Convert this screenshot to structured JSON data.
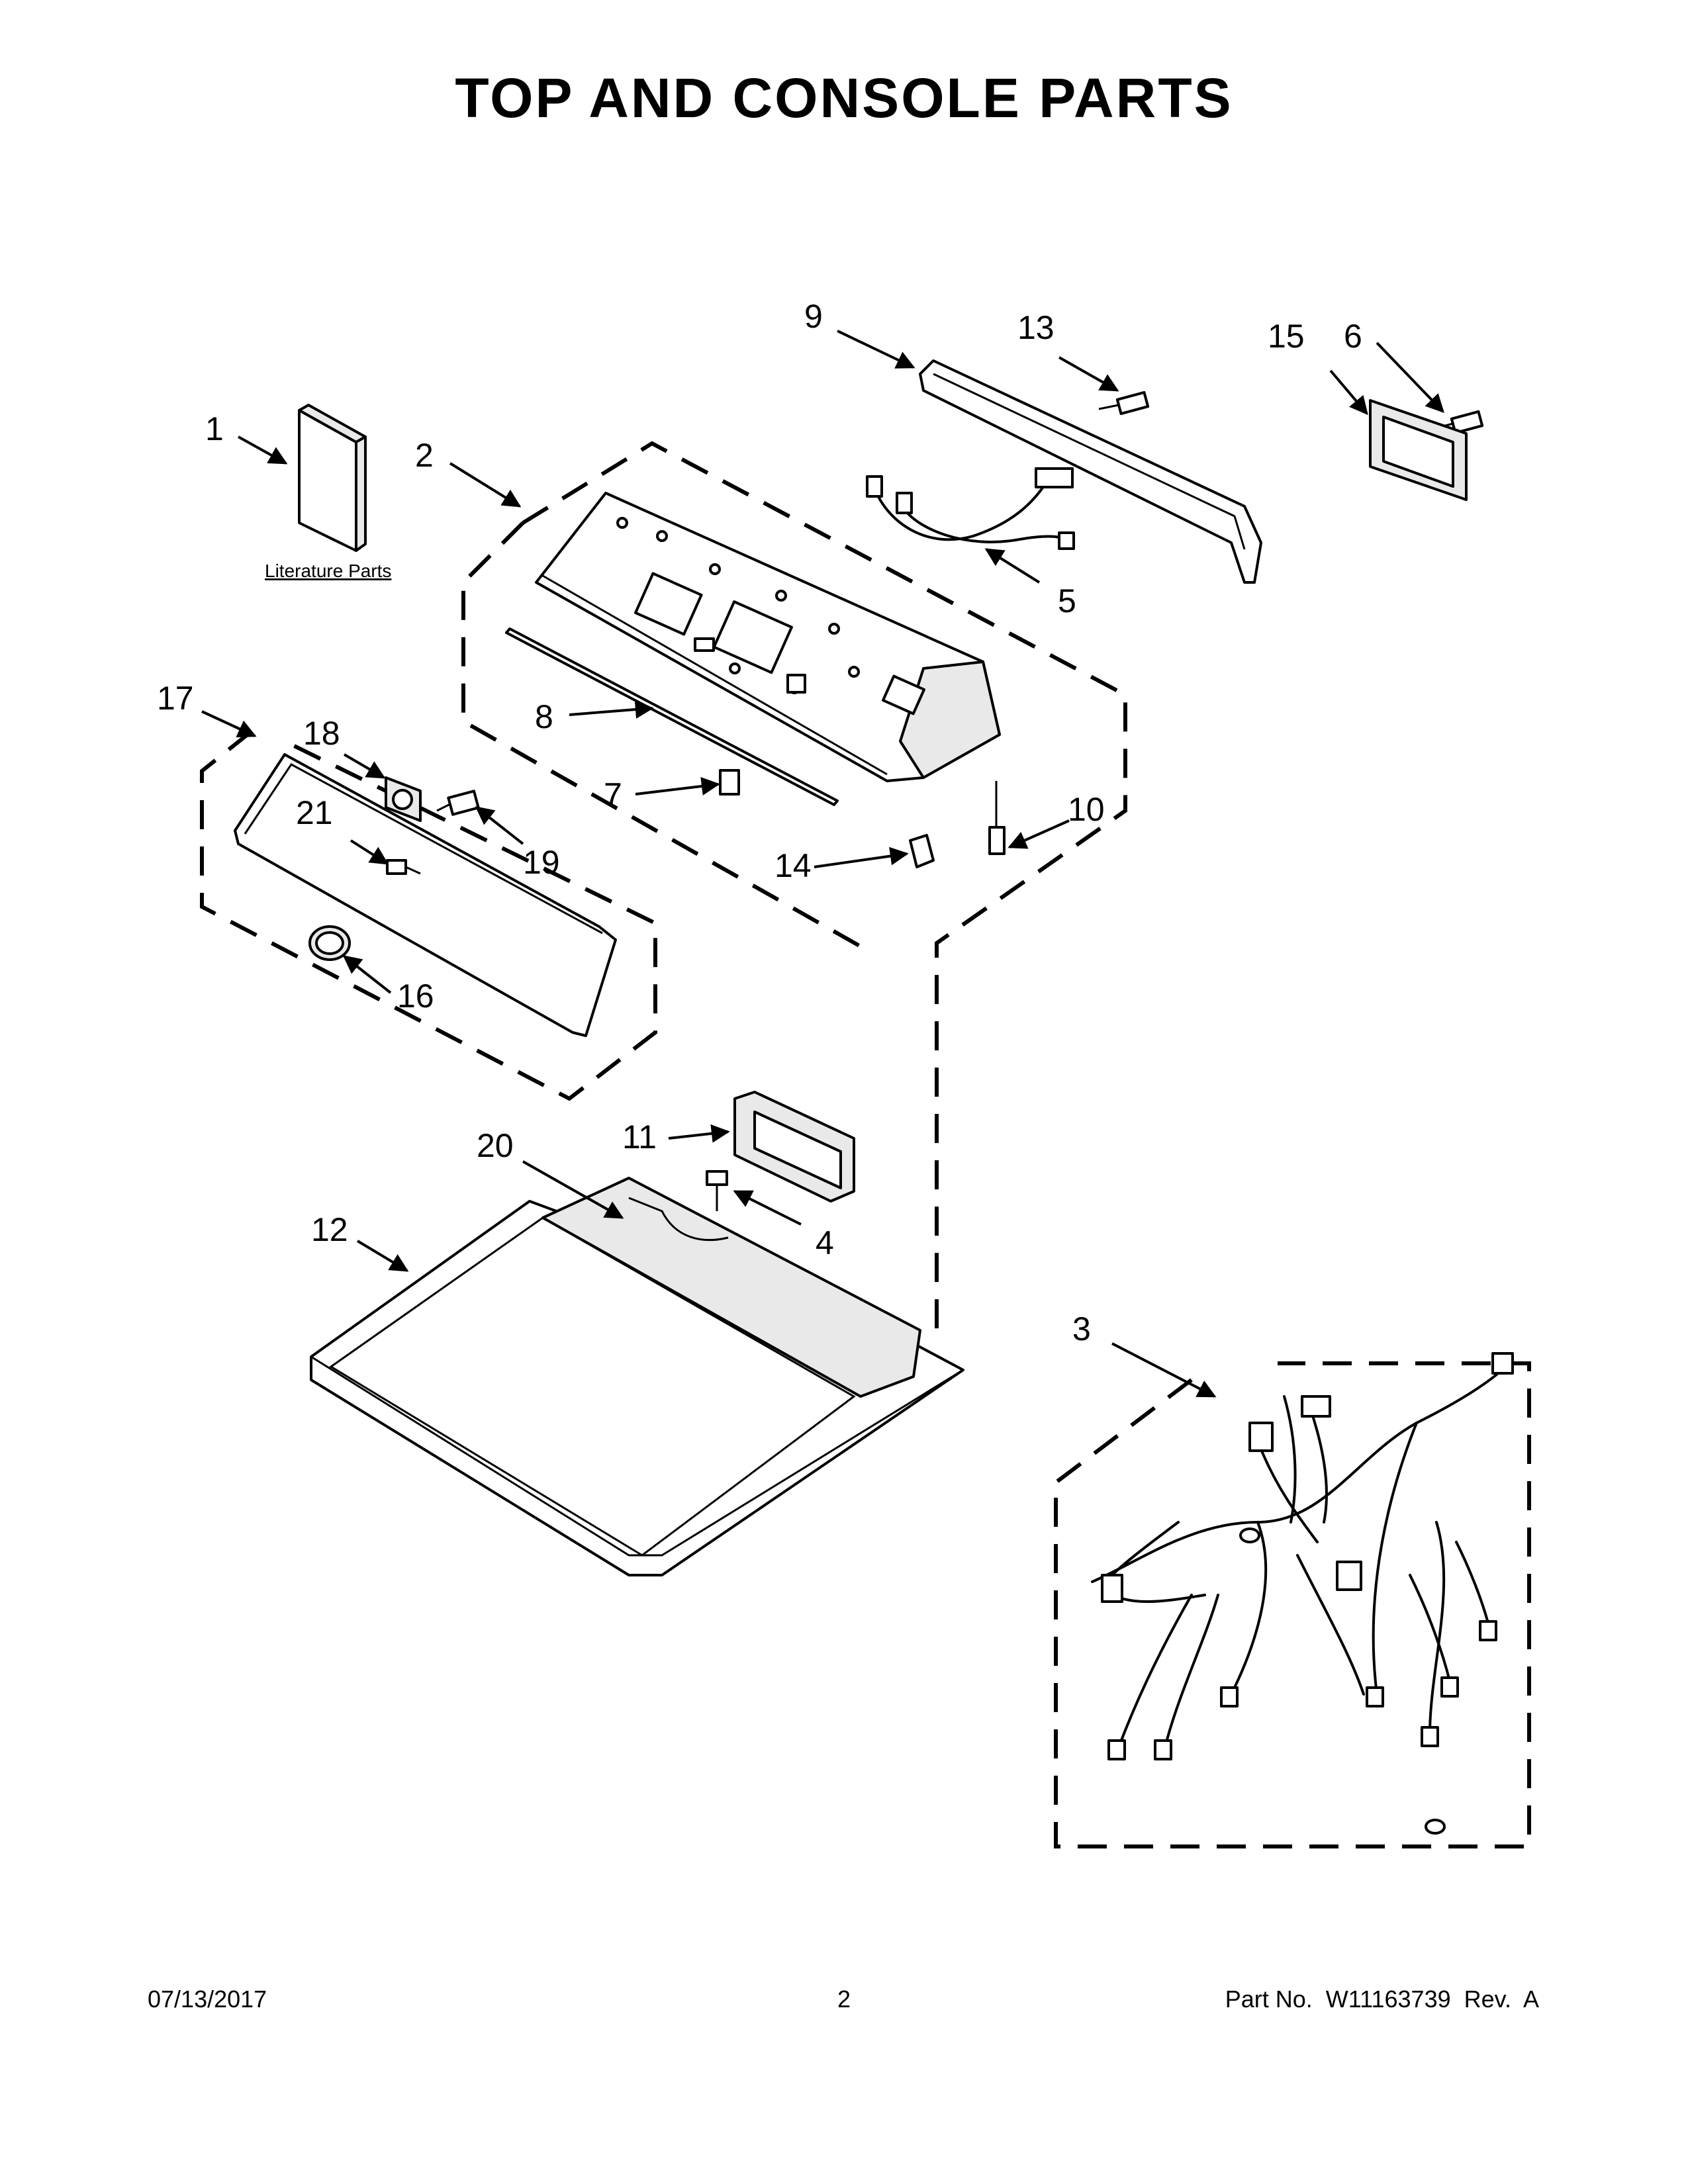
{
  "page": {
    "title": "TOP AND CONSOLE PARTS",
    "footer": {
      "date": "07/13/2017",
      "page_number": "2",
      "part_no": "Part No.  W11163739  Rev.  A"
    }
  },
  "diagram": {
    "literature_label": "Literature Parts",
    "callouts": {
      "c1": "1",
      "c2": "2",
      "c3": "3",
      "c4": "4",
      "c5": "5",
      "c6": "6",
      "c7": "7",
      "c8": "8",
      "c9": "9",
      "c10": "10",
      "c11": "11",
      "c12": "12",
      "c13": "13",
      "c14": "14",
      "c15": "15",
      "c16": "16",
      "c17": "17",
      "c18": "18",
      "c19": "19",
      "c20": "20",
      "c21": "21"
    }
  }
}
